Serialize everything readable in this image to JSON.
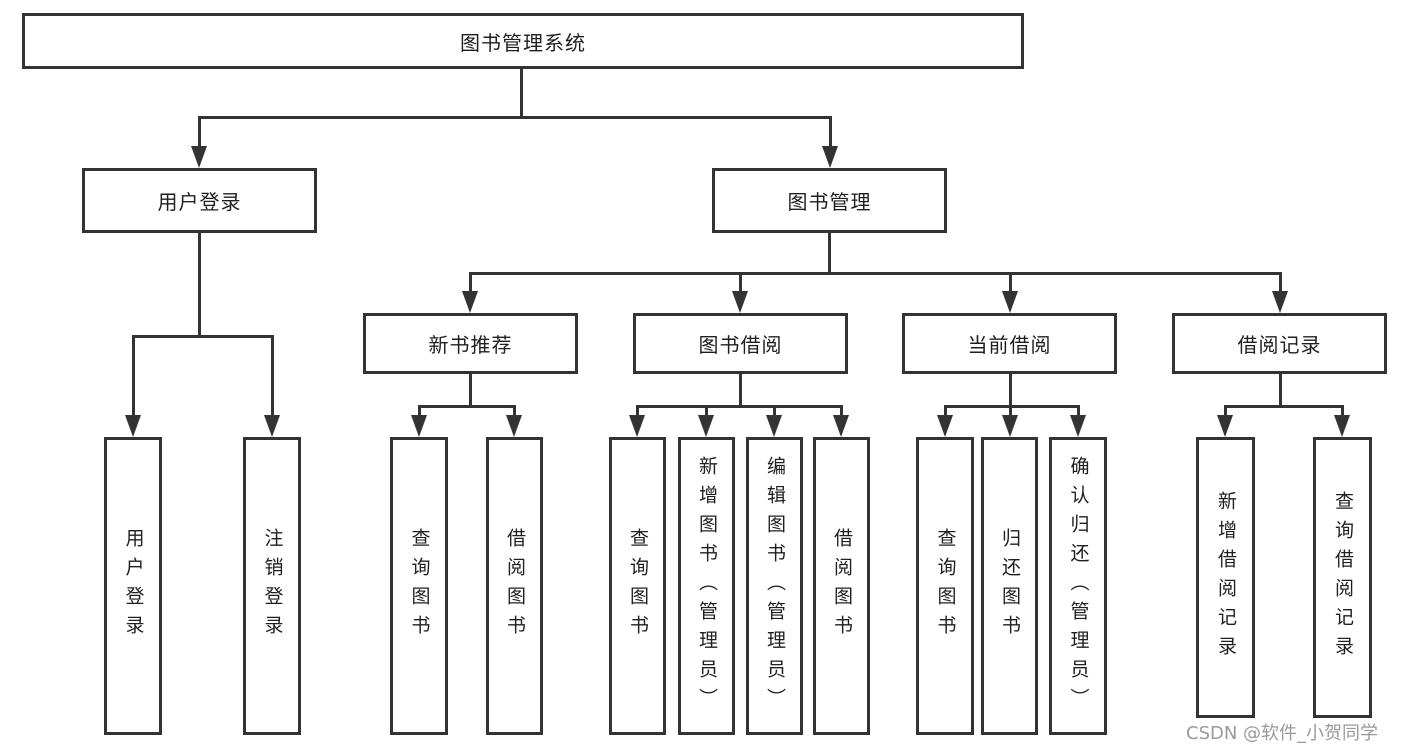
{
  "diagram_title": "图书管理系统",
  "colors": {
    "line": "#333333",
    "text": "#1f1f1f",
    "background": "#ffffff",
    "watermark": "#9a9a9a"
  },
  "watermark": {
    "text": "CSDN @软件_小贺同学"
  },
  "tree": {
    "label": "图书管理系统",
    "children": [
      {
        "label": "用户登录",
        "children": [
          {
            "label": "用户登录"
          },
          {
            "label": "注销登录"
          }
        ]
      },
      {
        "label": "图书管理",
        "children": [
          {
            "label": "新书推荐",
            "children": [
              {
                "label": "查询图书"
              },
              {
                "label": "借阅图书"
              }
            ]
          },
          {
            "label": "图书借阅",
            "children": [
              {
                "label": "查询图书"
              },
              {
                "label": "新增图书（管理员）"
              },
              {
                "label": "编辑图书（管理员）"
              },
              {
                "label": "借阅图书"
              }
            ]
          },
          {
            "label": "当前借阅",
            "children": [
              {
                "label": "查询图书"
              },
              {
                "label": "归还图书"
              },
              {
                "label": "确认归还（管理员）"
              }
            ]
          },
          {
            "label": "借阅记录",
            "children": [
              {
                "label": "新增借阅记录"
              },
              {
                "label": "查询借阅记录"
              }
            ]
          }
        ]
      }
    ]
  }
}
